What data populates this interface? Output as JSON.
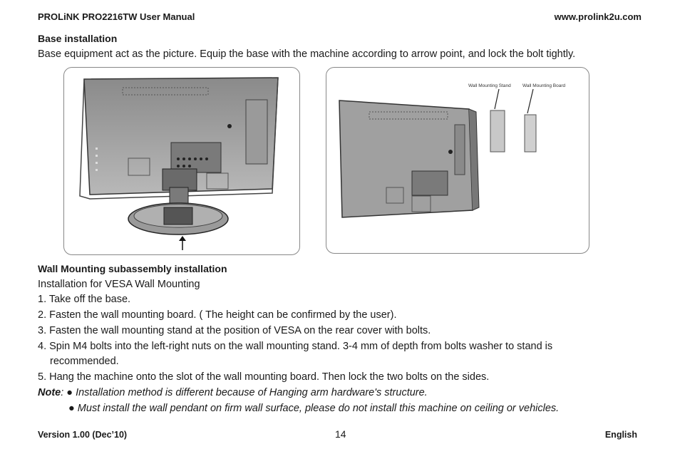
{
  "header": {
    "left": "PROLiNK PRO2216TW User Manual",
    "right": "www.prolink2u.com"
  },
  "section1": {
    "title": "Base installation",
    "body": "Base equipment act as the picture. Equip the base with the machine according to arrow point, and lock the bolt tightly."
  },
  "figure2": {
    "label_stand": "Wall Mounting Stand",
    "label_board": "Wall Mounting Board"
  },
  "section2": {
    "title": "Wall Mounting subassembly installation",
    "subtitle": "Installation for VESA Wall Mounting",
    "steps": [
      "1. Take off the base.",
      "2. Fasten the wall mounting board. ( The height can be confirmed by the user).",
      "3. Fasten the wall mounting stand at the position of VESA on the rear cover with bolts.",
      "4. Spin M4 bolts into the left-right nuts on the wall mounting stand. 3-4 mm of depth from bolts washer to stand is",
      "recommended.",
      "5. Hang the machine onto the slot of the wall mounting board. Then lock the two bolts on the sides."
    ],
    "note_label": "Note",
    "note_colon": ":",
    "note_1": "Installation method is different because of Hanging arm hardware's structure.",
    "note_2": "Must install the wall pendant on firm wall surface, please do not install this machine on ceiling or vehicles.",
    "bullet": "●"
  },
  "footer": {
    "left": "Version 1.00 (Dec’10)",
    "page": "14",
    "right": "English"
  }
}
